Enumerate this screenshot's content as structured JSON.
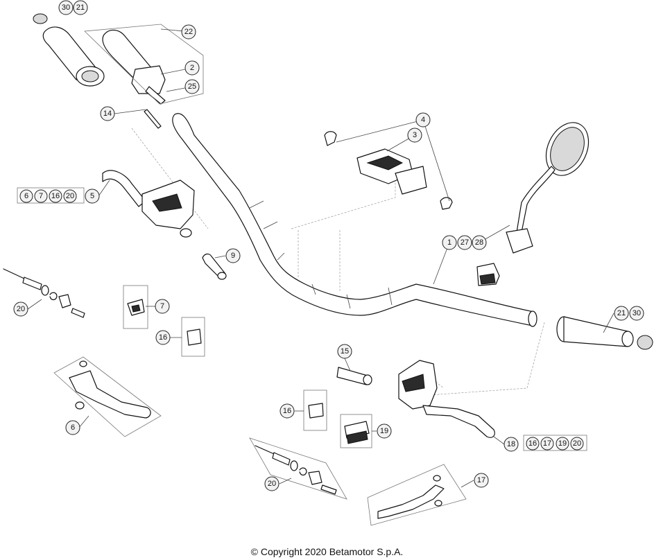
{
  "callouts": {
    "c30a": "30",
    "c21a": "21",
    "c22": "22",
    "c2": "2",
    "c25": "25",
    "c14": "14",
    "c4": "4",
    "c3": "3",
    "c6a": "6",
    "c7a": "7",
    "c16a": "16",
    "c20a": "20",
    "c5": "5",
    "c9": "9",
    "c1": "1",
    "c27": "27",
    "c28": "28",
    "c20b": "20",
    "c7b": "7",
    "c16b": "16",
    "c21b": "21",
    "c30b": "30",
    "c6b": "6",
    "c15": "15",
    "c16c": "16",
    "c19": "19",
    "c18": "18",
    "c16d": "16",
    "c17a": "17",
    "c19b": "19",
    "c20c": "20",
    "c20d": "20",
    "c17b": "17"
  },
  "copyright": "© Copyright 2020 Betamotor S.p.A."
}
